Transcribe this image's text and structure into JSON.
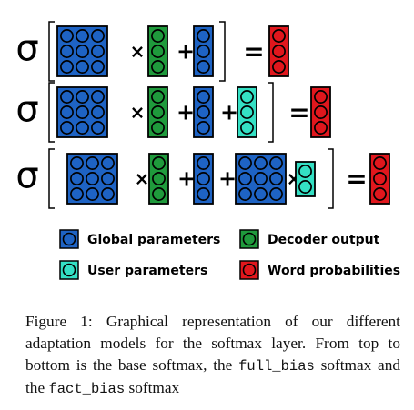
{
  "operators": {
    "sigma": "σ",
    "times": "×",
    "plus": "+",
    "equals": "="
  },
  "rows": [
    {
      "name": "base-softmax",
      "terms": [
        "global-matrix",
        "times",
        "decoder-vector",
        "plus",
        "global-vector"
      ]
    },
    {
      "name": "full-bias-softmax",
      "terms": [
        "global-matrix",
        "times",
        "decoder-vector",
        "plus",
        "global-vector",
        "plus",
        "user-vector"
      ]
    },
    {
      "name": "fact-bias-softmax",
      "terms": [
        "global-matrix",
        "times",
        "decoder-vector",
        "plus",
        "global-vector",
        "plus",
        "global-matrix",
        "times",
        "user-vector-small"
      ]
    }
  ],
  "legend": {
    "global": "Global parameters",
    "decoder": "Decoder output",
    "user": "User parameters",
    "word": "Word probabilities"
  },
  "colors": {
    "global": "#1e63c4",
    "decoder": "#1f9a3c",
    "user": "#34e0c4",
    "word": "#e0171d",
    "outline": "#000000"
  },
  "caption": {
    "label": "Figure 1:",
    "text1": " Graphical representation of our different adaptation models for the softmax layer. From top to bottom is the base softmax, the ",
    "code1": "full_bias",
    "text2": " softmax and the ",
    "code2": "fact_bias",
    "text3": " softmax"
  }
}
